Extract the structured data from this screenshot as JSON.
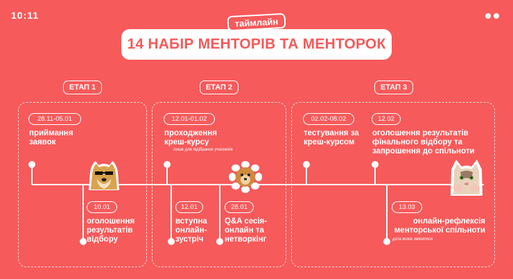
{
  "logo": "10:11",
  "tag": "таймлайн",
  "title": "14 НАБІР МЕНТОРІВ ТА МЕНТОРОК",
  "stages": [
    "ЕТАП 1",
    "ЕТАП 2",
    "ЕТАП 3"
  ],
  "events": {
    "e1": {
      "date": "28.11-05.01",
      "text": [
        "приймання",
        "заявок"
      ]
    },
    "e2": {
      "date": "10.01",
      "text": [
        "оголошення",
        "результатів",
        "відбору"
      ]
    },
    "e3": {
      "date": "12.01-01.02",
      "text": [
        "проходження",
        "креш-курсу"
      ],
      "note": "лише для відібраних учасників"
    },
    "e4": {
      "date": "12.01",
      "text": [
        "вступна",
        "онлайн-",
        "зустріч"
      ]
    },
    "e5": {
      "date": "28.01",
      "text": [
        "Q&A сесія-",
        "онлайн та",
        "нетворкінг"
      ]
    },
    "e6": {
      "date": "02.02-08.02",
      "text": [
        "тестування за",
        "креш-курсом"
      ]
    },
    "e7": {
      "date": "12.02",
      "text": [
        "оголошення результатів",
        "фінального відбору та",
        "запрошення до спільноти"
      ]
    },
    "e8": {
      "date": "13.03",
      "text": [
        "онлайн-рефлексія",
        "менторської спільноти"
      ],
      "note": "дата може змінитися"
    }
  },
  "colors": {
    "background": "#F65A5B",
    "foreground": "#FFFFFF"
  }
}
